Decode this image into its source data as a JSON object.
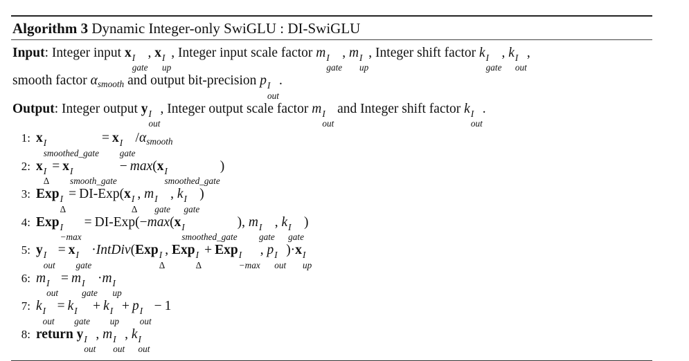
{
  "algorithm": {
    "label": "Algorithm 3",
    "title": "Dynamic Integer-only SwiGLU : DI-SwiGLU",
    "input_label": "Input",
    "input_line1_a": ": Integer input ",
    "input_line1_b": ", Integer input scale factor ",
    "input_line1_c": ", Integer shift factor ",
    "input_line2_a": "smooth factor ",
    "input_line2_b": " and output bit-precision ",
    "output_label": "Output",
    "output_a": ": Integer output ",
    "output_b": ", Integer output scale factor ",
    "output_c": " and Integer shift factor ",
    "steps": [
      {
        "num": "1:"
      },
      {
        "num": "2:"
      },
      {
        "num": "3:",
        "fn": "DI-Exp"
      },
      {
        "num": "4:",
        "fn": "DI-Exp"
      },
      {
        "num": "5:",
        "fn": "IntDiv"
      },
      {
        "num": "6:"
      },
      {
        "num": "7:"
      },
      {
        "num": "8:",
        "kw": "return"
      }
    ]
  }
}
